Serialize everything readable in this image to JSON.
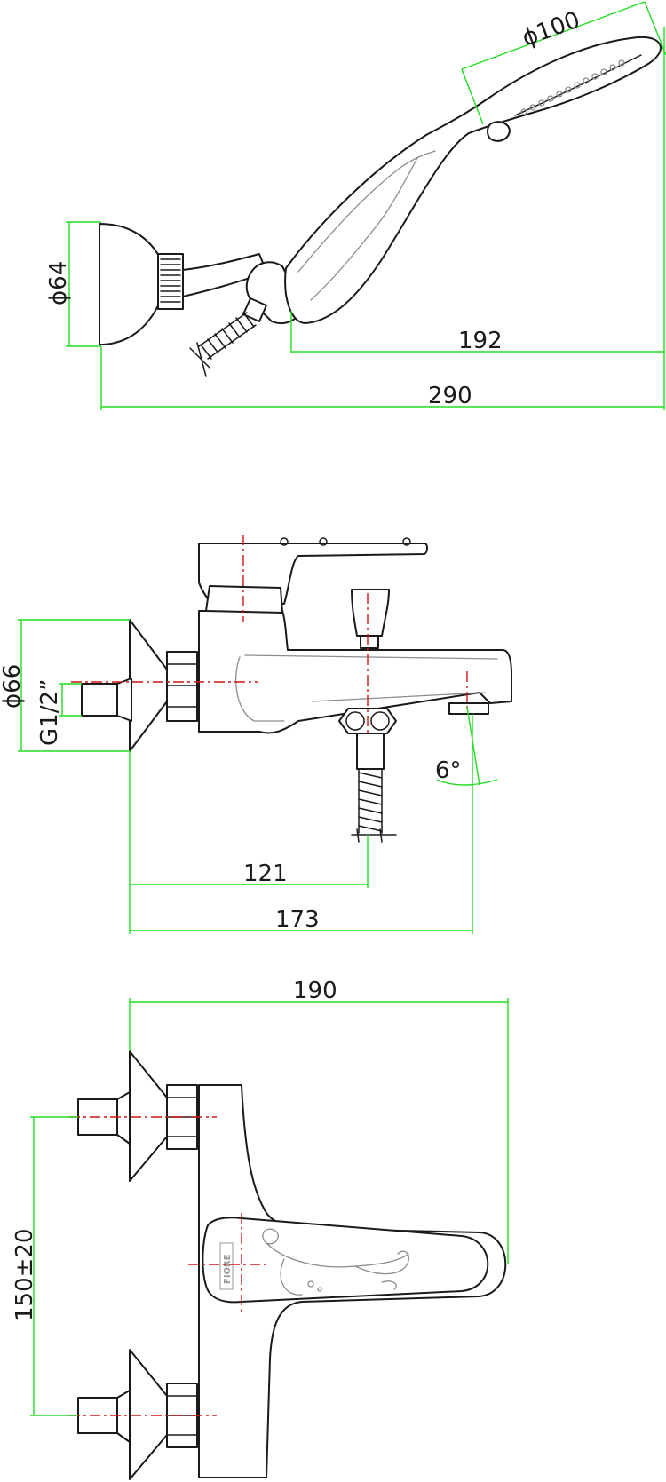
{
  "dimensions": {
    "head_diameter": "ϕ100",
    "holder_diameter": "ϕ64",
    "length_192": "192",
    "length_290": "290",
    "flange_diameter": "ϕ66",
    "thread": "G1/2”",
    "angle": "6°",
    "length_121": "121",
    "length_173": "173",
    "width_190": "190",
    "centers": "150±20"
  },
  "logo_text": "FIORE",
  "colors": {
    "dimension_lines": "#22dd22",
    "center_lines": "#d01414",
    "object_lines": "#1a1a1a"
  }
}
